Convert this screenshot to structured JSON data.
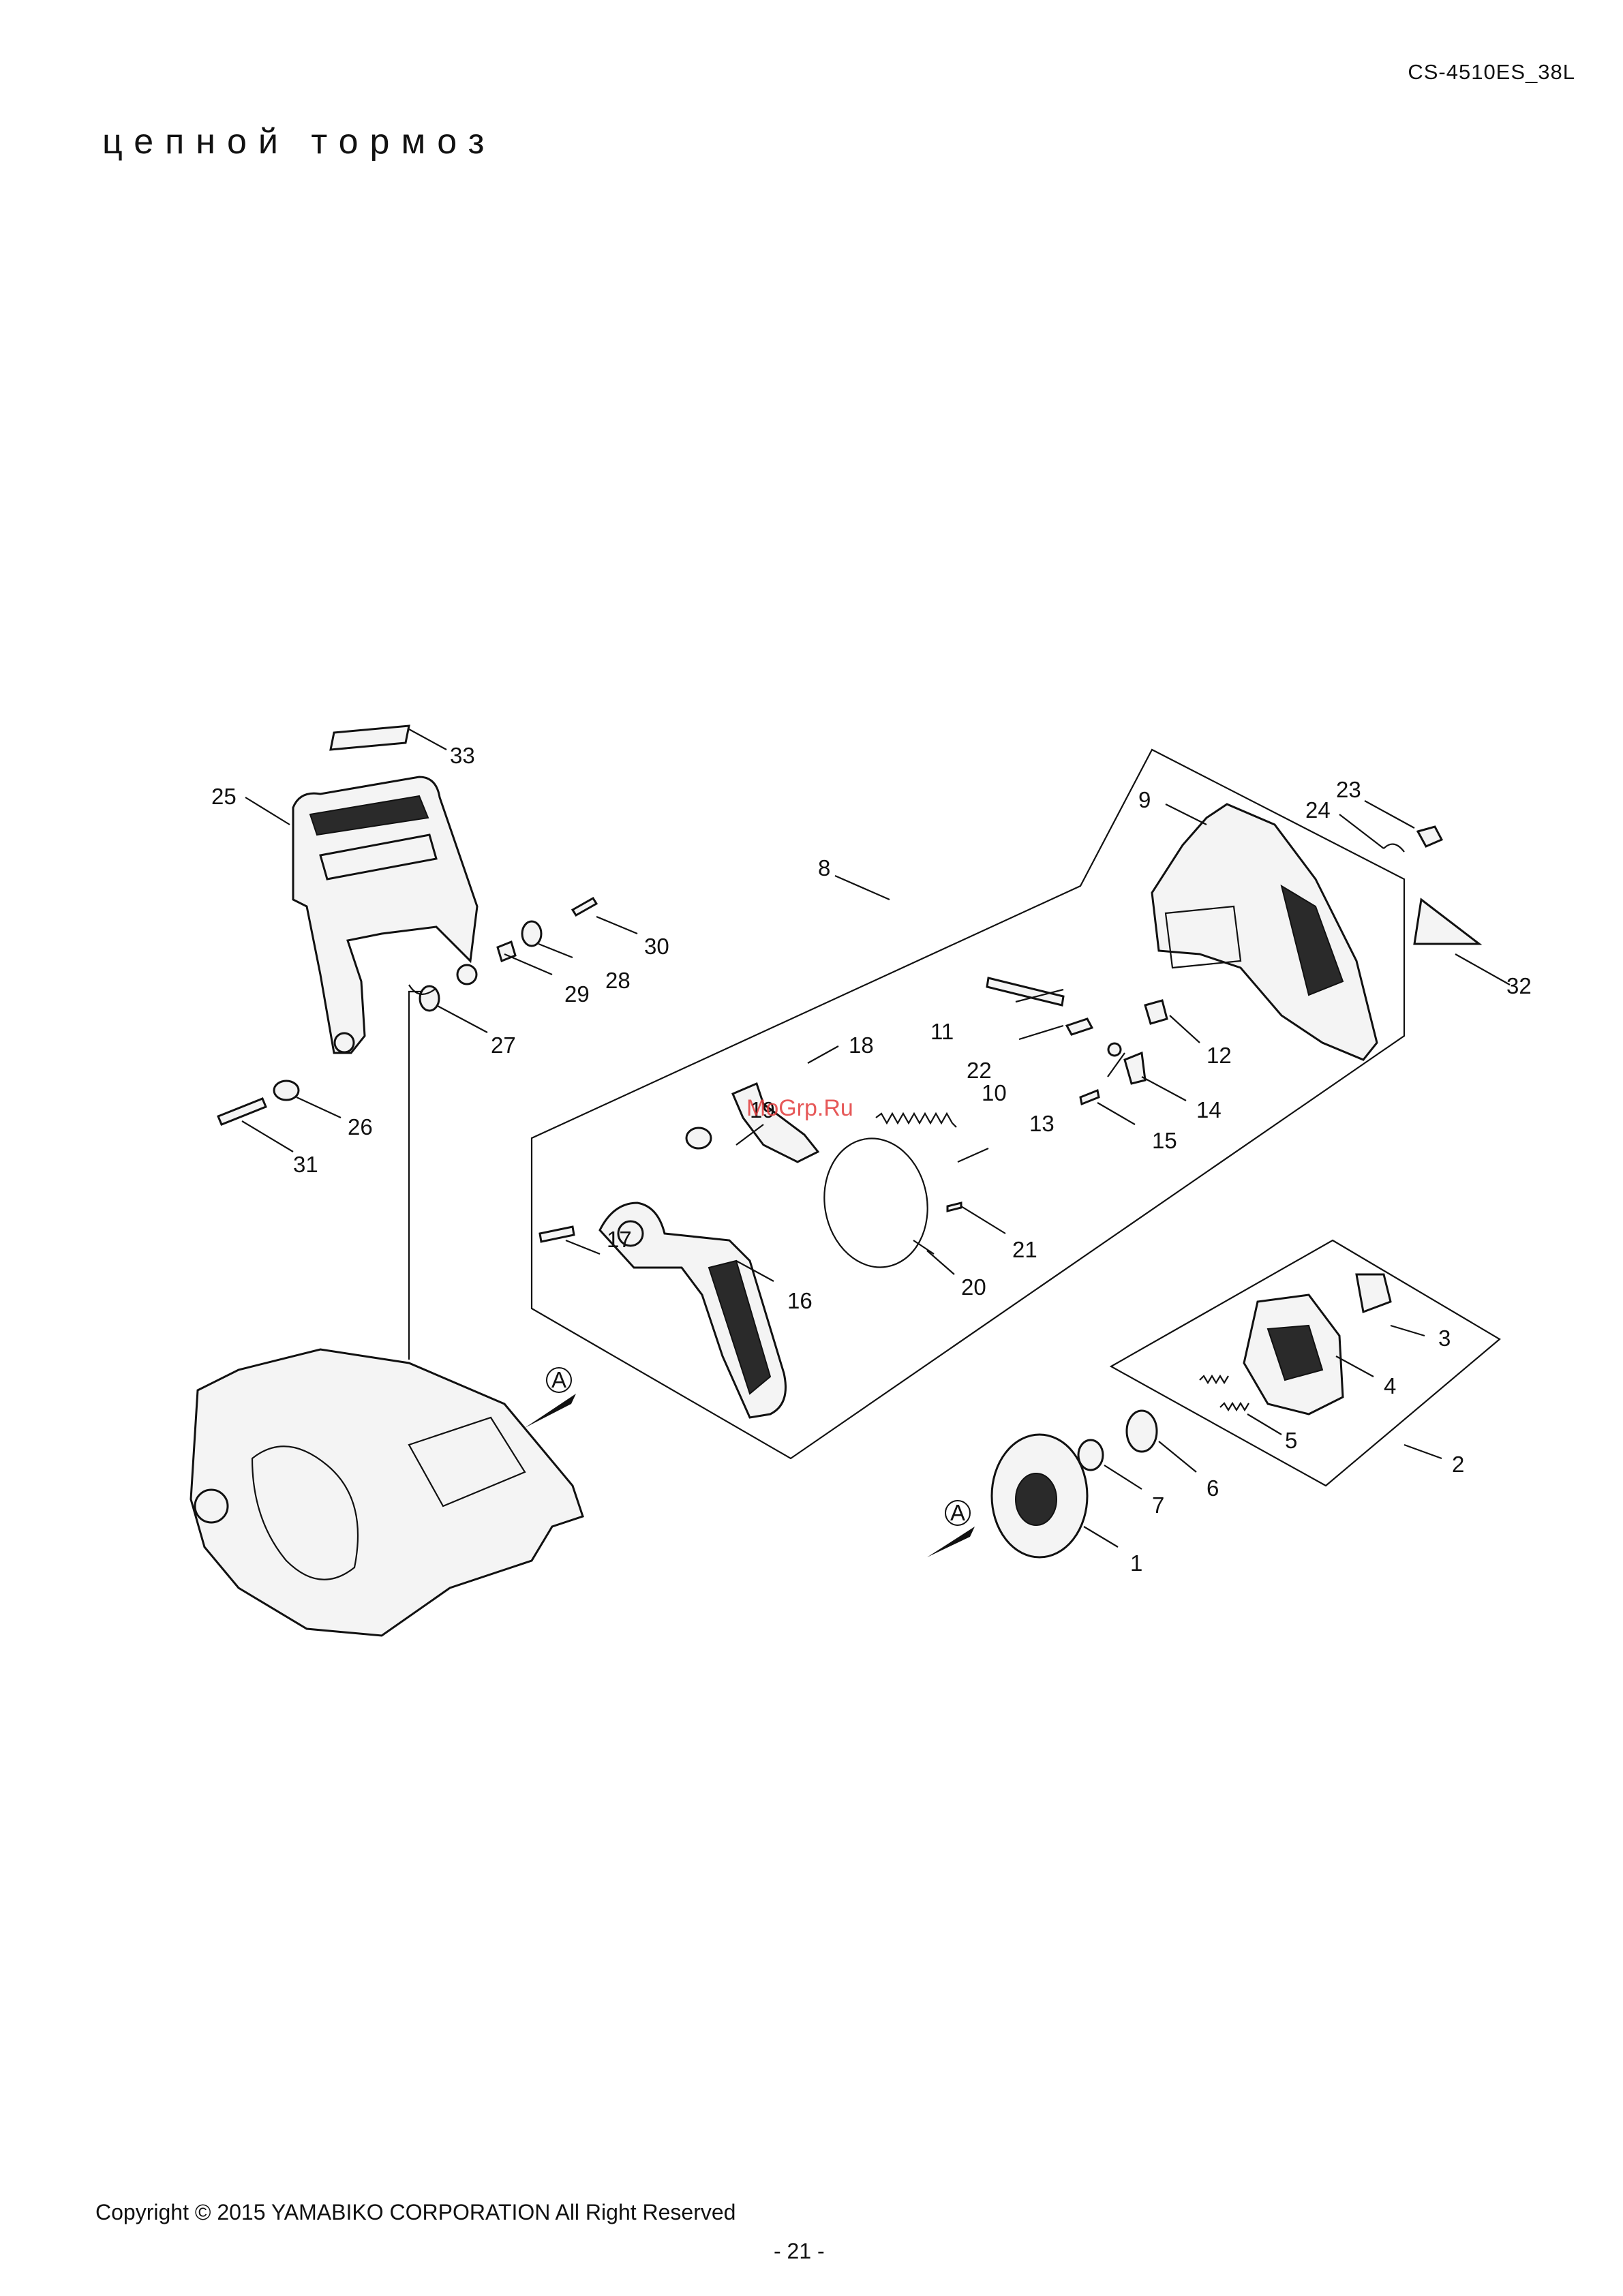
{
  "header": {
    "model": "CS-4510ES_38L",
    "title": "цепной тормоз"
  },
  "callouts": [
    "1",
    "2",
    "3",
    "4",
    "5",
    "6",
    "7",
    "8",
    "9",
    "10",
    "11",
    "12",
    "13",
    "14",
    "15",
    "16",
    "17",
    "18",
    "19",
    "20",
    "21",
    "22",
    "23",
    "24",
    "25",
    "26",
    "27",
    "28",
    "29",
    "30",
    "31",
    "32",
    "33"
  ],
  "view_marker": "A",
  "watermark": "MoGrp.Ru",
  "footer": {
    "copyright": "Copyright © 2015 YAMABIKO CORPORATION All Right Reserved",
    "page": "- 21 -"
  }
}
